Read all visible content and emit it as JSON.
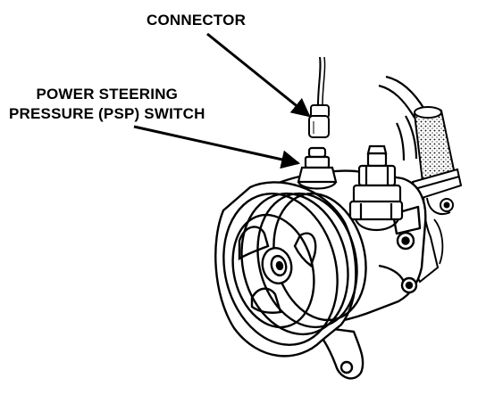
{
  "labels": {
    "connector": "CONNECTOR",
    "psp_line1": "POWER STEERING",
    "psp_line2": "PRESSURE (PSP) SWITCH"
  },
  "colors": {
    "ink": "#000000",
    "paper": "#ffffff",
    "hatch_shade": "#ffffff"
  }
}
